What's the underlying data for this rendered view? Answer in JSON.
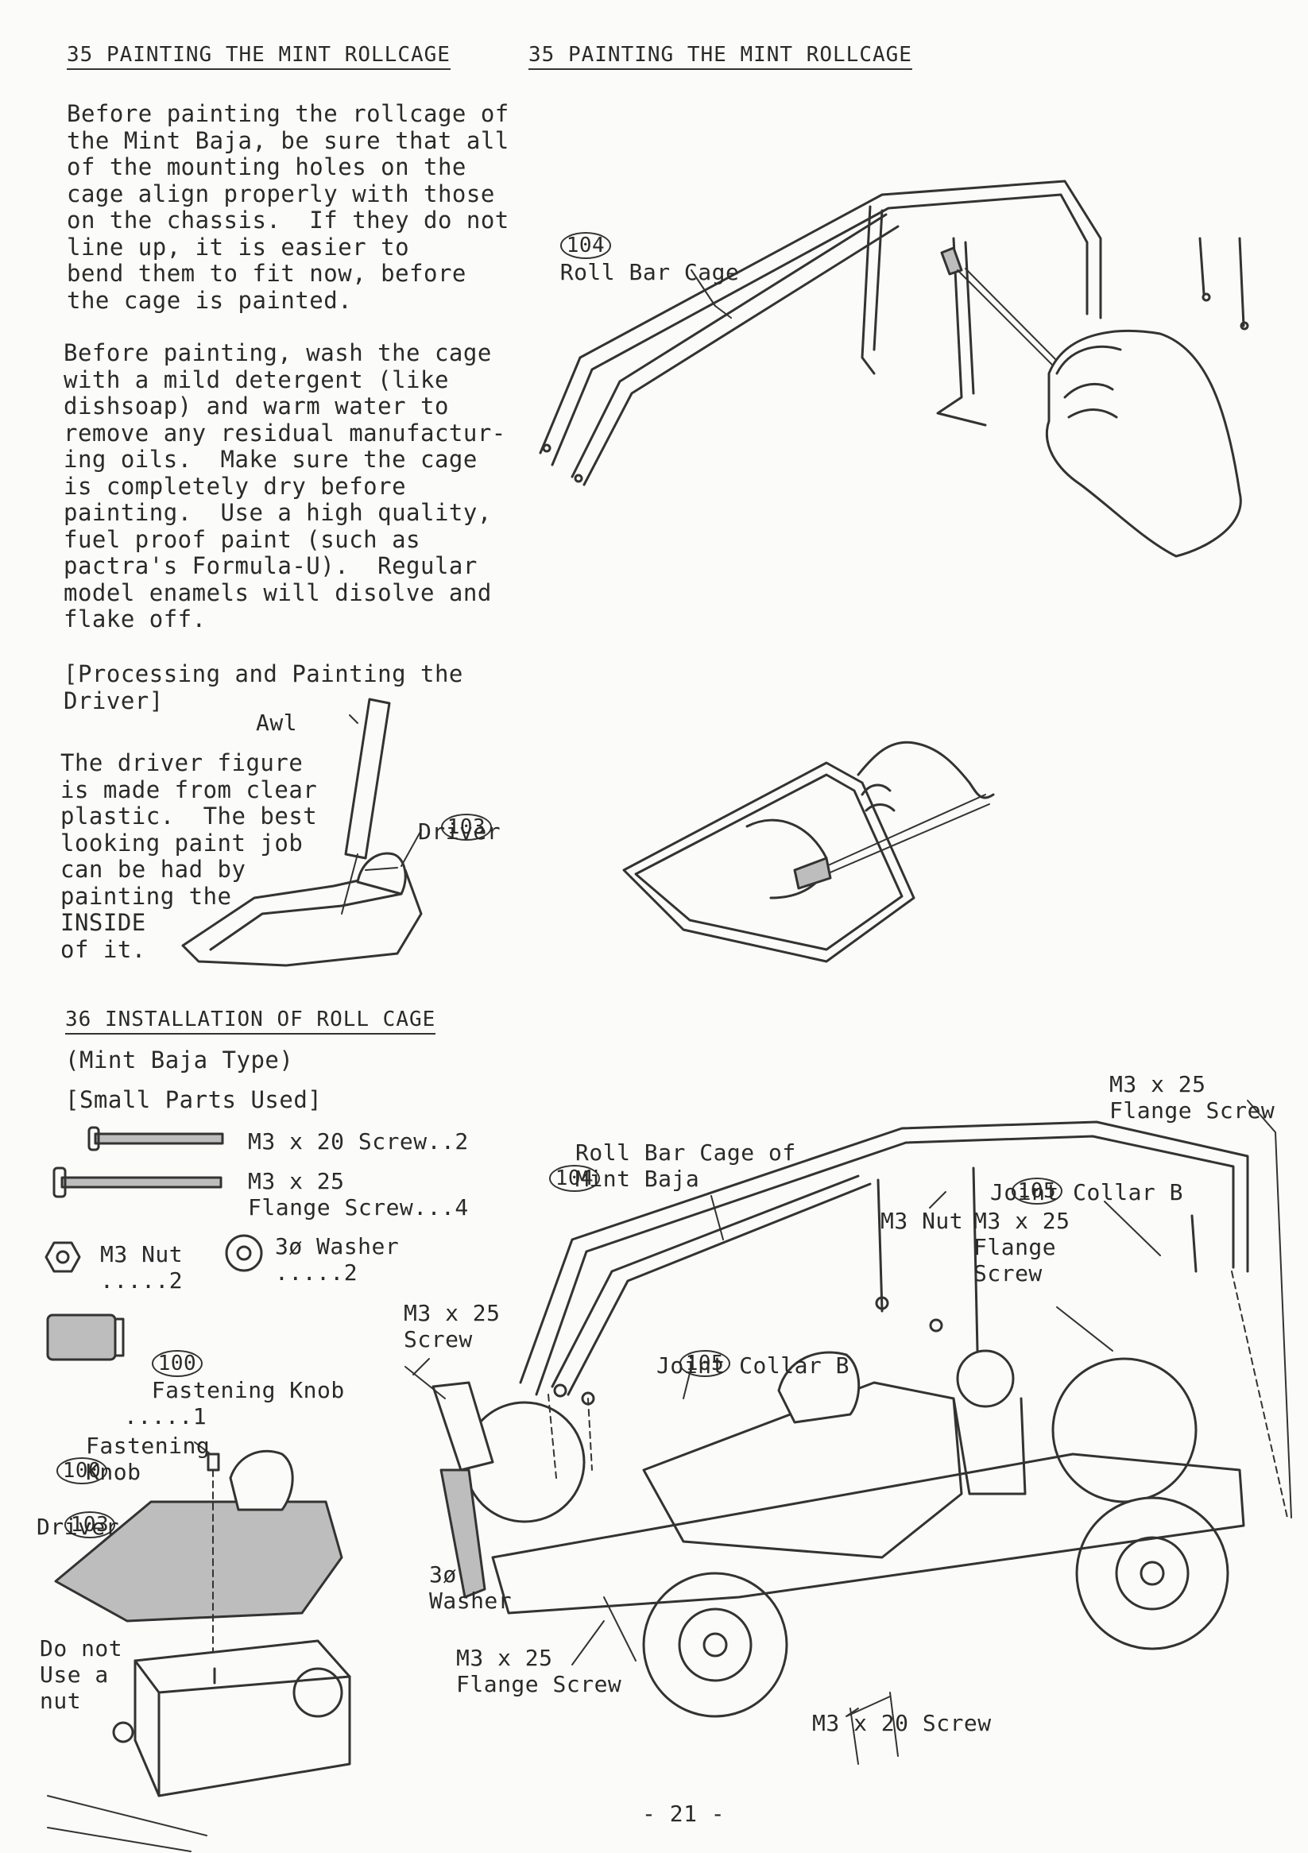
{
  "left_section_35": {
    "heading": "35 PAINTING THE MINT ROLLCAGE",
    "para1": "Before painting the rollcage of\nthe Mint Baja, be sure that all\nof the mounting holes on the\ncage align properly with those\non the chassis.  If they do not\nline up, it is easier to\nbend them to fit now, before\nthe cage is painted.",
    "para2": "Before painting, wash the cage\nwith a mild detergent (like\ndishsoap) and warm water to\nremove any residual manufactur-\ning oils.  Make sure the cage\nis completely dry before\npainting.  Use a high quality,\nfuel proof paint (such as\npactra's Formula-U).  Regular\nmodel enamels will disolve and\nflake off.",
    "driver_heading": "[Processing and Painting the\nDriver]",
    "awl_label": "Awl",
    "driver_text": "The driver figure\nis made from clear\nplastic.  The best\nlooking paint job\ncan be had by\npainting the\nINSIDE\nof it.",
    "driver_num": "103",
    "driver_label": "Driver"
  },
  "right_section_35": {
    "heading": "35 PAINTING THE MINT ROLLCAGE",
    "cage_num": "104",
    "cage_label": "Roll Bar Cage"
  },
  "section_36": {
    "heading": "36 INSTALLATION OF ROLL CAGE",
    "subtitle": "(Mint Baja Type)",
    "parts_heading": "[Small Parts Used]",
    "parts": {
      "screw20": "M3 x 20 Screw..2",
      "flange25": "M3 x 25\nFlange Screw...4",
      "nut": "M3 Nut\n.....2",
      "washer": "3ø Washer\n.....2",
      "knob_num": "100",
      "knob": "Fastening Knob\n.....1"
    },
    "inset": {
      "knob_num": "100",
      "knob_label": "Fastening\nKnob",
      "driver_num": "103",
      "driver_label": "Driver",
      "note": "Do not\nUse a\nnut"
    },
    "main": {
      "flange_top": "M3 x 25\nFlange Screw",
      "cage_num": "104",
      "cage_label": "Roll Bar Cage of\nMint Baja",
      "collar_num_top": "105",
      "collar_label_top": "Joint Collar B",
      "nut": "M3 Nut",
      "flange_mid": "M3 x 25\nFlange\nScrew",
      "screw25": "M3 x 25\nScrew",
      "collar_num_mid": "105",
      "collar_label_mid": "Joint Collar B",
      "washer": "3ø\nWasher",
      "flange_bottom": "M3 x 25\nFlange Screw",
      "screw20": "M3 x 20 Screw"
    }
  },
  "page_number": "- 21 -"
}
